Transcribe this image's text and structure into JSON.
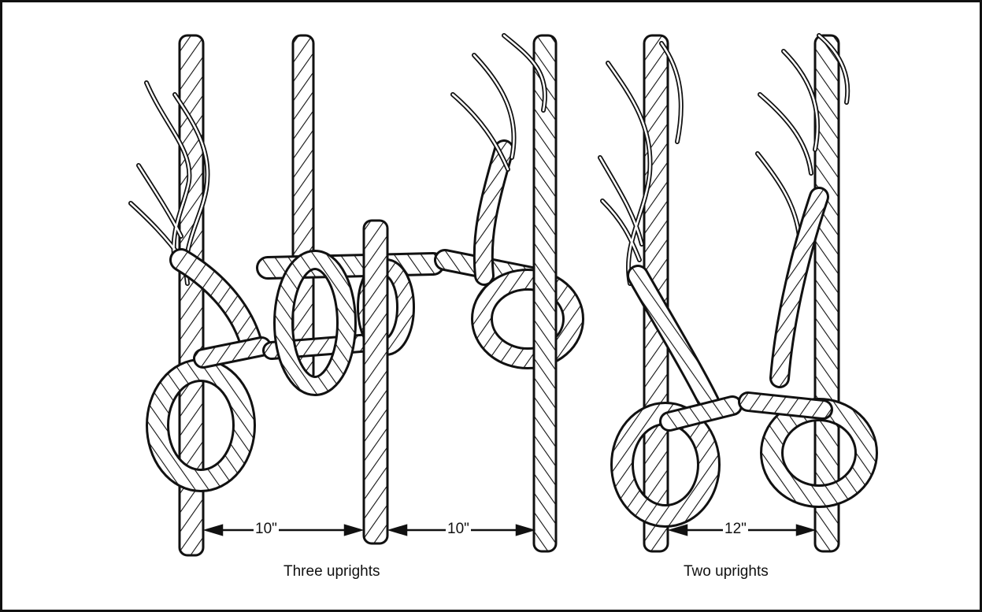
{
  "labels": {
    "three_uprights": "Three uprights",
    "two_uprights": "Two uprights"
  },
  "dimensions": {
    "three_left": "10\"",
    "three_right": "10\"",
    "two": "12\""
  },
  "colors": {
    "ink": "#111111",
    "paper": "#ffffff"
  }
}
